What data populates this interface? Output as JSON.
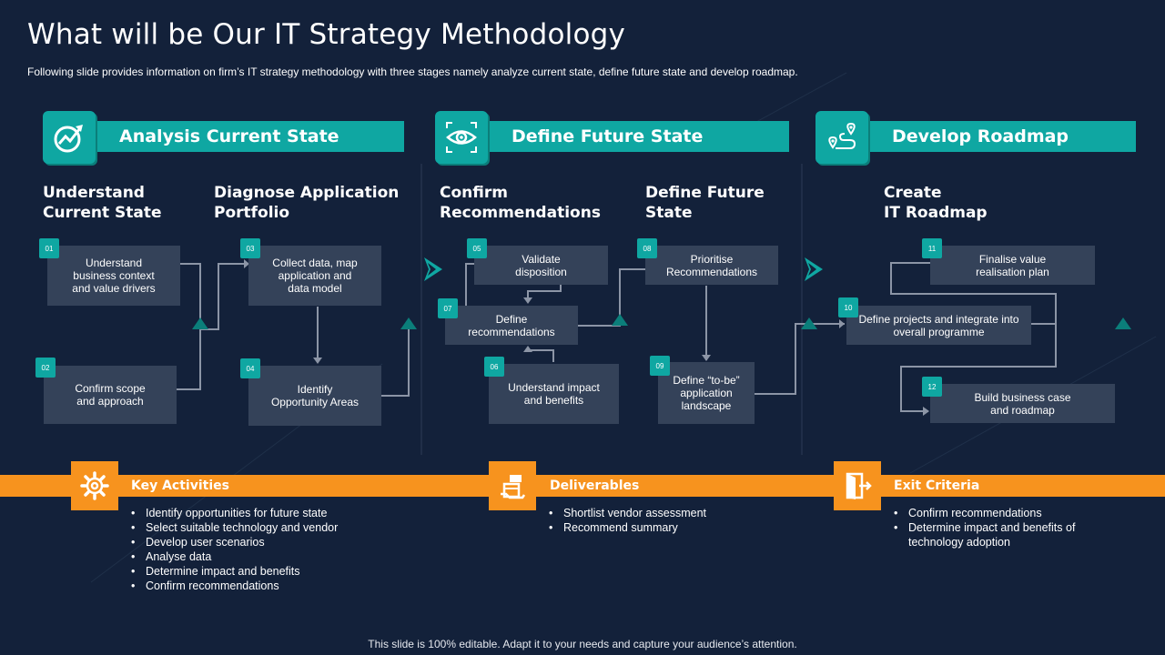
{
  "header": {
    "title": "What will be Our IT Strategy Methodology",
    "subtitle": "Following slide provides information on firm’s IT strategy methodology with three stages namely analyze current state, define future state and develop roadmap."
  },
  "stages": [
    {
      "title": "Analysis Current State",
      "icon": "chart-growth-icon"
    },
    {
      "title": "Define Future State",
      "icon": "eye-target-icon"
    },
    {
      "title": "Develop Roadmap",
      "icon": "map-route-icon"
    }
  ],
  "sub_headings": [
    "Understand\nCurrent State",
    "Diagnose Application\nPortfolio",
    "Confirm\nRecommendations",
    "Define Future\nState",
    "Create\nIT Roadmap"
  ],
  "steps": [
    {
      "num": "01",
      "text": "Understand\nbusiness context\nand value drivers"
    },
    {
      "num": "02",
      "text": "Confirm scope\nand approach"
    },
    {
      "num": "03",
      "text": "Collect data, map\napplication and\ndata model"
    },
    {
      "num": "04",
      "text": "Identify\nOpportunity Areas"
    },
    {
      "num": "05",
      "text": "Validate\ndisposition"
    },
    {
      "num": "06",
      "text": "Understand impact\nand benefits"
    },
    {
      "num": "07",
      "text": "Define\nrecommendations"
    },
    {
      "num": "08",
      "text": "Prioritise\nRecommendations"
    },
    {
      "num": "09",
      "text": "Define “to-be”\napplication\nlandscape"
    },
    {
      "num": "10",
      "text": "Define projects and integrate into\noverall programme"
    },
    {
      "num": "11",
      "text": "Finalise value\nrealisation plan"
    },
    {
      "num": "12",
      "text": "Build business case\nand roadmap"
    }
  ],
  "bottom": [
    {
      "label": "Key Activities",
      "icon": "gear-settings-icon",
      "items": [
        "Identify opportunities for future state",
        "Select suitable technology and vendor",
        "Develop user scenarios",
        "Analyse data",
        "Determine impact and benefits",
        "Confirm recommendations"
      ]
    },
    {
      "label": "Deliverables",
      "icon": "delivery-box-icon",
      "items": [
        "Shortlist vendor assessment",
        "Recommend summary"
      ]
    },
    {
      "label": "Exit Criteria",
      "icon": "exit-door-icon",
      "items": [
        "Confirm recommendations",
        "Determine impact and benefits of technology adoption"
      ]
    }
  ],
  "footer": "This slide is 100% editable. Adapt it to your needs and capture your audience’s attention.",
  "colors": {
    "background": "#13213a",
    "teal": "#0fa7a2",
    "orange": "#f7931e",
    "box": "#344259",
    "connector": "#8c95a6"
  }
}
